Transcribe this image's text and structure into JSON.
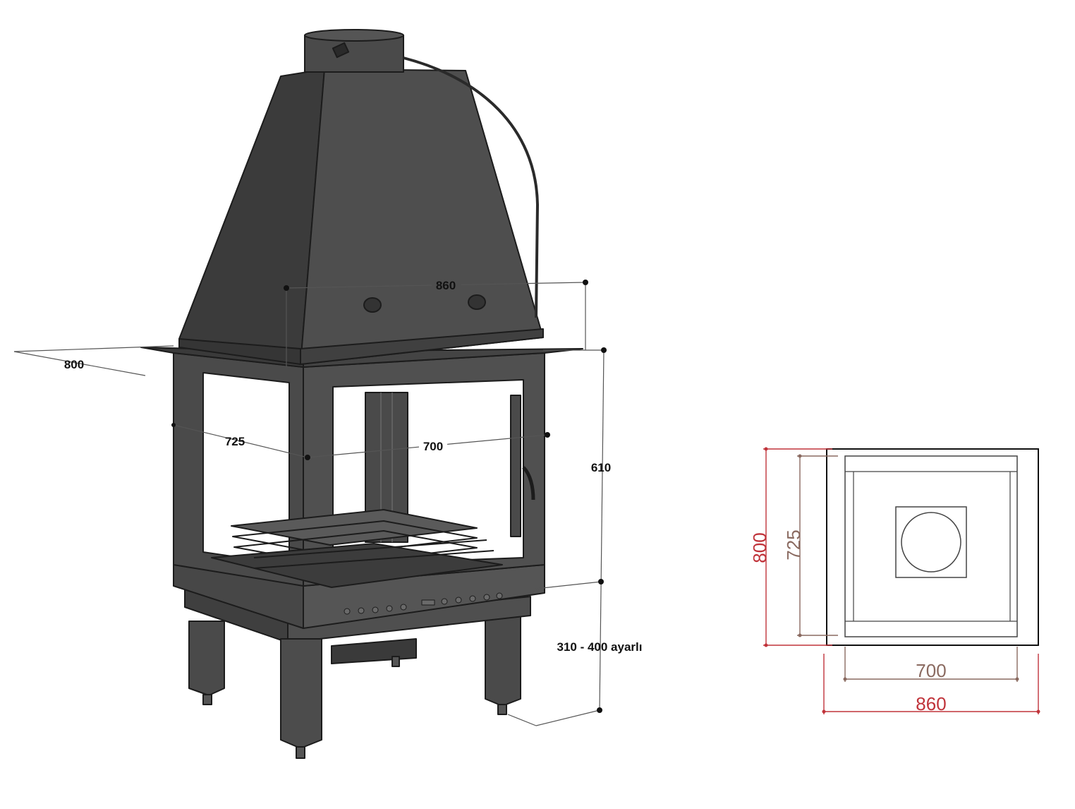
{
  "perspective_view": {
    "dimensions": {
      "width": "860",
      "depth": "800",
      "glass_depth": "725",
      "glass_width": "700",
      "glass_height": "610",
      "leg_height": "310 - 400 ayarlı"
    }
  },
  "plan_view": {
    "dimensions": {
      "outer_depth": "800",
      "inner_depth": "725",
      "inner_width": "700",
      "outer_width": "860"
    }
  },
  "colors": {
    "body": "#4a4a4a",
    "body_dark": "#3a3a3a",
    "body_light": "#5a5a5a",
    "edge": "#1c1c1c",
    "dimension_line": "#555555",
    "plan_red": "#c0333a",
    "plan_brown": "#8a6a60"
  }
}
